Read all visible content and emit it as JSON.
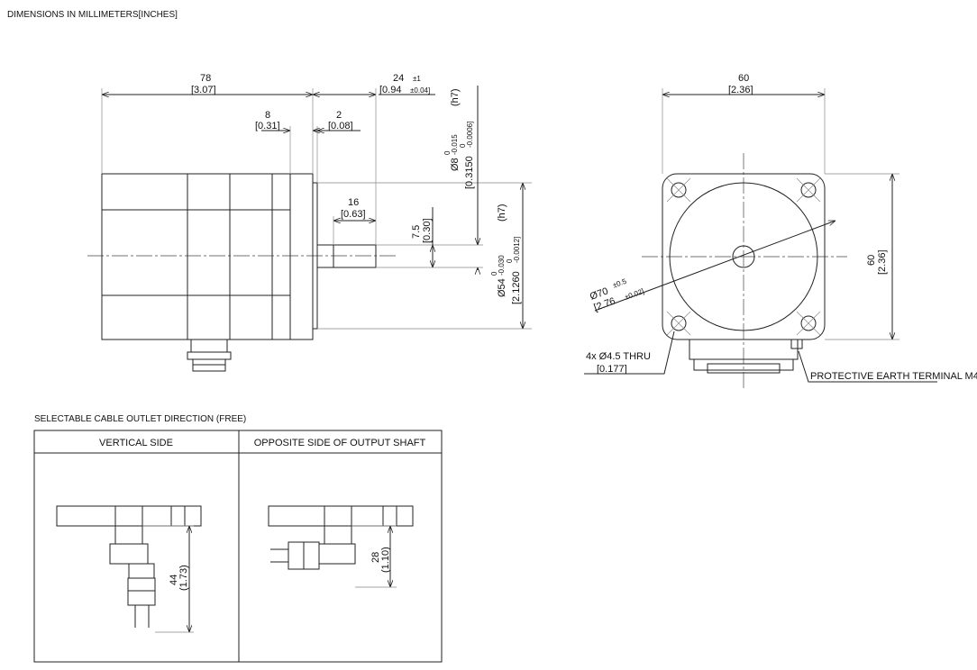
{
  "header": "DIMENSIONS IN MILLIMETERS[INCHES]",
  "side_view": {
    "length": {
      "mm": "78",
      "in": "[3.07]"
    },
    "shaft_length": {
      "mm": "24",
      "mm_tol": "±1",
      "in": "[0.94",
      "in_tol": "±0.04]"
    },
    "flange": {
      "mm": "8",
      "in": "[0.31]"
    },
    "pilot": {
      "mm": "2",
      "in": "[0.08]"
    },
    "flat": {
      "mm": "16",
      "in": "[0.63]"
    },
    "flat_depth": {
      "mm": "7.5",
      "in": "[0.30]"
    },
    "shaft_dia": {
      "mm": "Ø8",
      "tol_upper": "0",
      "tol_lower": "-0.015",
      "in": "[0.3150",
      "in_tol_upper": "0",
      "in_tol_lower": "-0.0006]",
      "fit": "(h7)"
    },
    "pilot_dia": {
      "mm": "Ø54",
      "tol_upper": "0",
      "tol_lower": "-0.030",
      "in": "[2.1260",
      "in_tol_upper": "0",
      "in_tol_lower": "-0.0012]",
      "fit": "(h7)"
    }
  },
  "front_view": {
    "width": {
      "mm": "60",
      "in": "[2.36]"
    },
    "height": {
      "mm": "60",
      "in": "[2.36]"
    },
    "bolt_circle": {
      "mm": "Ø70",
      "mm_tol": "±0.5",
      "in": "[2.76",
      "in_tol": "±0.02]"
    },
    "holes": {
      "label": "4x  Ø4.5  THRU",
      "in": "[0.177]"
    },
    "earth_terminal": "PROTECTIVE EARTH TERMINAL M4"
  },
  "cable_section": {
    "title": "SELECTABLE CABLE OUTLET DIRECTION (FREE)",
    "columns": [
      "VERTICAL SIDE",
      "OPPOSITE SIDE OF OUTPUT SHAFT"
    ],
    "vertical_dim": {
      "mm": "44",
      "in": "(1.73)"
    },
    "opposite_dim": {
      "mm": "28",
      "in": "(1.10)"
    }
  }
}
